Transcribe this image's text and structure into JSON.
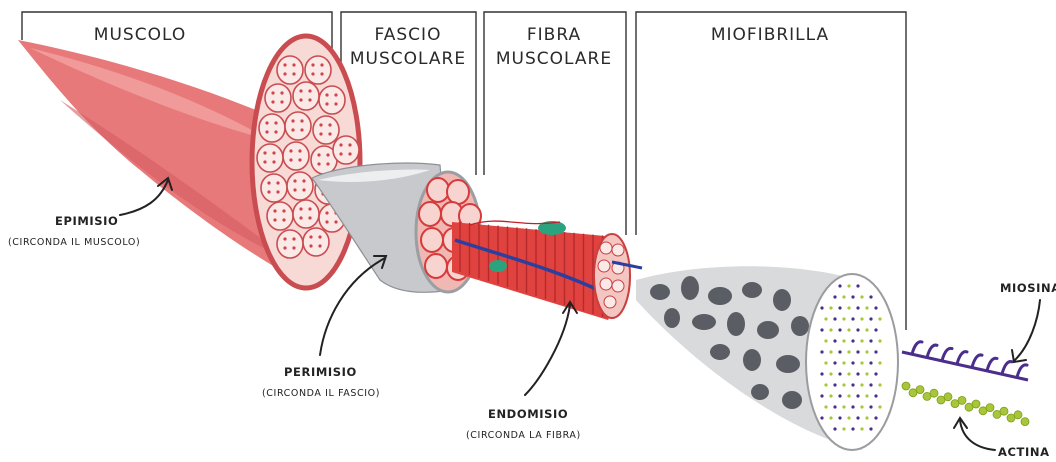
{
  "headers": {
    "muscolo": "MUSCOLO",
    "fascio_line1": "FASCIO",
    "fascio_line2": "MUSCOLARE",
    "fibra_line1": "FIBRA",
    "fibra_line2": "MUSCOLARE",
    "miofibrilla": "MIOFIBRILLA"
  },
  "labels": {
    "epimisio": "EPIMISIO",
    "epimisio_desc": "(CIRCONDA IL MUSCOLO)",
    "perimisio": "PERIMISIO",
    "perimisio_desc": "(CIRCONDA IL FASCIO)",
    "endomisio": "ENDOMISIO",
    "endomisio_desc": "(CIRCONDA LA FIBRA)",
    "miosina": "MIOSINA",
    "actina": "ACTINA"
  },
  "colors": {
    "muscle": "#e8797a",
    "muscle_light": "#f6c9c6",
    "fascicle_red": "#e0433f",
    "sheath_grey": "#c7c9cc",
    "myosin": "#4b2e8c",
    "actin": "#a7c739",
    "nerve_blue": "#2d3f9e",
    "nucleus": "#2aa37f"
  }
}
